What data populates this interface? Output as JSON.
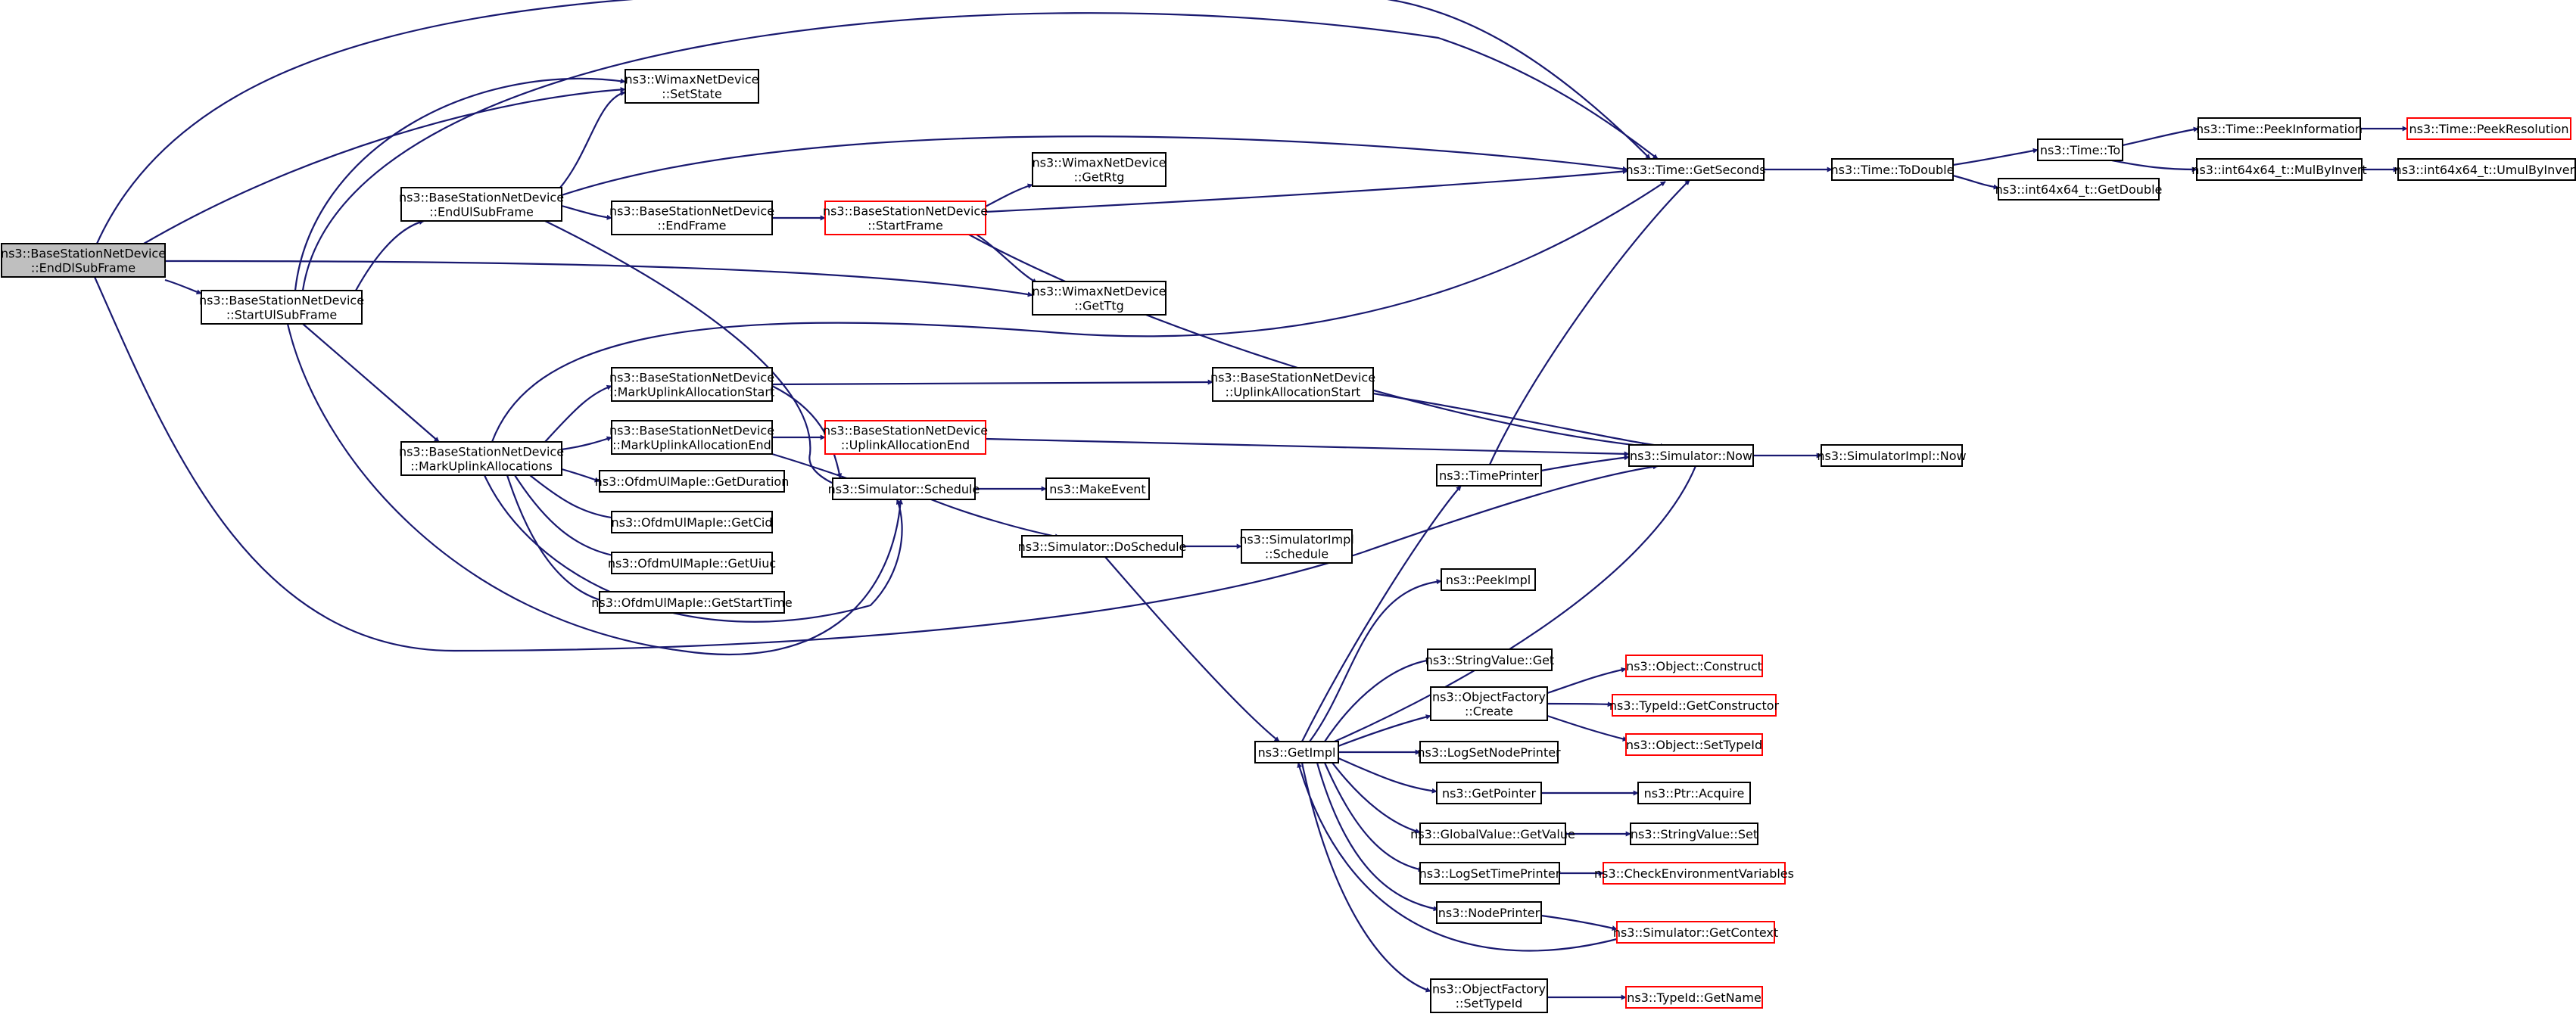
{
  "graph": {
    "nodes": [
      {
        "id": "root",
        "style": "root",
        "lines": [
          "ns3::BaseStationNetDevice",
          "::EndDlSubFrame"
        ]
      },
      {
        "id": "setState",
        "style": "normal",
        "lines": [
          "ns3::WimaxNetDevice",
          "::SetState"
        ]
      },
      {
        "id": "endUl",
        "style": "normal",
        "lines": [
          "ns3::BaseStationNetDevice",
          "::EndUlSubFrame"
        ]
      },
      {
        "id": "startUl",
        "style": "normal",
        "lines": [
          "ns3::BaseStationNetDevice",
          "::StartUlSubFrame"
        ]
      },
      {
        "id": "endFrame",
        "style": "normal",
        "lines": [
          "ns3::BaseStationNetDevice",
          "::EndFrame"
        ]
      },
      {
        "id": "startFrame",
        "style": "red",
        "lines": [
          "ns3::BaseStationNetDevice",
          "::StartFrame"
        ]
      },
      {
        "id": "getRtg",
        "style": "normal",
        "lines": [
          "ns3::WimaxNetDevice",
          "::GetRtg"
        ]
      },
      {
        "id": "getTtg",
        "style": "normal",
        "lines": [
          "ns3::WimaxNetDevice",
          "::GetTtg"
        ]
      },
      {
        "id": "markUA",
        "style": "normal",
        "lines": [
          "ns3::BaseStationNetDevice",
          "::MarkUplinkAllocations"
        ]
      },
      {
        "id": "markUAS",
        "style": "normal",
        "lines": [
          "ns3::BaseStationNetDevice",
          "::MarkUplinkAllocationStart"
        ]
      },
      {
        "id": "markUAE",
        "style": "normal",
        "lines": [
          "ns3::BaseStationNetDevice",
          "::MarkUplinkAllocationEnd"
        ]
      },
      {
        "id": "uaStart",
        "style": "normal",
        "lines": [
          "ns3::BaseStationNetDevice",
          "::UplinkAllocationStart"
        ]
      },
      {
        "id": "uaEnd",
        "style": "red",
        "lines": [
          "ns3::BaseStationNetDevice",
          "::UplinkAllocationEnd"
        ]
      },
      {
        "id": "getDuration",
        "style": "normal",
        "lines": [
          "ns3::OfdmUlMapIe::GetDuration"
        ]
      },
      {
        "id": "getCid",
        "style": "normal",
        "lines": [
          "ns3::OfdmUlMapIe::GetCid"
        ]
      },
      {
        "id": "getUiuc",
        "style": "normal",
        "lines": [
          "ns3::OfdmUlMapIe::GetUiuc"
        ]
      },
      {
        "id": "getStartTime",
        "style": "normal",
        "lines": [
          "ns3::OfdmUlMapIe::GetStartTime"
        ]
      },
      {
        "id": "schedule",
        "style": "normal",
        "lines": [
          "ns3::Simulator::Schedule"
        ]
      },
      {
        "id": "makeEvent",
        "style": "normal",
        "lines": [
          "ns3::MakeEvent"
        ]
      },
      {
        "id": "doSchedule",
        "style": "normal",
        "lines": [
          "ns3::Simulator::DoSchedule"
        ]
      },
      {
        "id": "implSchedule",
        "style": "normal",
        "lines": [
          "ns3::SimulatorImpl",
          "::Schedule"
        ]
      },
      {
        "id": "getSeconds",
        "style": "normal",
        "lines": [
          "ns3::Time::GetSeconds"
        ]
      },
      {
        "id": "toDouble",
        "style": "normal",
        "lines": [
          "ns3::Time::ToDouble"
        ]
      },
      {
        "id": "timeTo",
        "style": "normal",
        "lines": [
          "ns3::Time::To"
        ]
      },
      {
        "id": "getDouble",
        "style": "normal",
        "lines": [
          "ns3::int64x64_t::GetDouble"
        ]
      },
      {
        "id": "peekInfo",
        "style": "normal",
        "lines": [
          "ns3::Time::PeekInformation"
        ]
      },
      {
        "id": "peekRes",
        "style": "red",
        "lines": [
          "ns3::Time::PeekResolution"
        ]
      },
      {
        "id": "mulByInvert",
        "style": "normal",
        "lines": [
          "ns3::int64x64_t::MulByInvert"
        ]
      },
      {
        "id": "umulByInvert",
        "style": "normal",
        "lines": [
          "ns3::int64x64_t::UmulByInvert"
        ]
      },
      {
        "id": "simNow",
        "style": "normal",
        "lines": [
          "ns3::Simulator::Now"
        ]
      },
      {
        "id": "implNow",
        "style": "normal",
        "lines": [
          "ns3::SimulatorImpl::Now"
        ]
      },
      {
        "id": "timePrinter",
        "style": "normal",
        "lines": [
          "ns3::TimePrinter"
        ]
      },
      {
        "id": "getImpl",
        "style": "normal",
        "lines": [
          "ns3::GetImpl"
        ]
      },
      {
        "id": "peekImpl",
        "style": "normal",
        "lines": [
          "ns3::PeekImpl"
        ]
      },
      {
        "id": "strGet",
        "style": "normal",
        "lines": [
          "ns3::StringValue::Get"
        ]
      },
      {
        "id": "ofCreate",
        "style": "normal",
        "lines": [
          "ns3::ObjectFactory",
          "::Create"
        ]
      },
      {
        "id": "objConstruct",
        "style": "red",
        "lines": [
          "ns3::Object::Construct"
        ]
      },
      {
        "id": "getConstructor",
        "style": "red",
        "lines": [
          "ns3::TypeId::GetConstructor"
        ]
      },
      {
        "id": "setTypeId",
        "style": "red",
        "lines": [
          "ns3::Object::SetTypeId"
        ]
      },
      {
        "id": "logSetNode",
        "style": "normal",
        "lines": [
          "ns3::LogSetNodePrinter"
        ]
      },
      {
        "id": "getPointer",
        "style": "normal",
        "lines": [
          "ns3::GetPointer"
        ]
      },
      {
        "id": "ptrAcquire",
        "style": "normal",
        "lines": [
          "ns3::Ptr::Acquire"
        ]
      },
      {
        "id": "gvGetValue",
        "style": "normal",
        "lines": [
          "ns3::GlobalValue::GetValue"
        ]
      },
      {
        "id": "strSet",
        "style": "normal",
        "lines": [
          "ns3::StringValue::Set"
        ]
      },
      {
        "id": "logSetTime",
        "style": "normal",
        "lines": [
          "ns3::LogSetTimePrinter"
        ]
      },
      {
        "id": "checkEnv",
        "style": "red",
        "lines": [
          "ns3::CheckEnvironmentVariables"
        ]
      },
      {
        "id": "nodePrinter",
        "style": "normal",
        "lines": [
          "ns3::NodePrinter"
        ]
      },
      {
        "id": "getContext",
        "style": "red",
        "lines": [
          "ns3::Simulator::GetContext"
        ]
      },
      {
        "id": "ofSetTypeId",
        "style": "normal",
        "lines": [
          "ns3::ObjectFactory",
          "::SetTypeId"
        ]
      },
      {
        "id": "getName",
        "style": "red",
        "lines": [
          "ns3::TypeId::GetName"
        ]
      }
    ],
    "edges": [
      [
        "root",
        "getSeconds"
      ],
      [
        "root",
        "setState"
      ],
      [
        "root",
        "startUl"
      ],
      [
        "root",
        "getTtg"
      ],
      [
        "root",
        "simNow"
      ],
      [
        "endUl",
        "setState"
      ],
      [
        "endUl",
        "getSeconds"
      ],
      [
        "endUl",
        "endFrame"
      ],
      [
        "endUl",
        "schedule"
      ],
      [
        "startUl",
        "setState"
      ],
      [
        "startUl",
        "getSeconds"
      ],
      [
        "startUl",
        "endUl"
      ],
      [
        "startUl",
        "markUA"
      ],
      [
        "startUl",
        "schedule"
      ],
      [
        "endFrame",
        "startFrame"
      ],
      [
        "startFrame",
        "getRtg"
      ],
      [
        "startFrame",
        "getTtg"
      ],
      [
        "startFrame",
        "getSeconds"
      ],
      [
        "startFrame",
        "simNow"
      ],
      [
        "markUA",
        "getSeconds"
      ],
      [
        "markUA",
        "markUAS"
      ],
      [
        "markUA",
        "markUAE"
      ],
      [
        "markUA",
        "getDuration"
      ],
      [
        "markUA",
        "getCid"
      ],
      [
        "markUA",
        "getUiuc"
      ],
      [
        "markUA",
        "getStartTime"
      ],
      [
        "markUA",
        "schedule"
      ],
      [
        "markUAS",
        "uaStart"
      ],
      [
        "markUAS",
        "schedule"
      ],
      [
        "markUAE",
        "uaEnd"
      ],
      [
        "markUAE",
        "schedule"
      ],
      [
        "uaStart",
        "simNow"
      ],
      [
        "uaEnd",
        "simNow"
      ],
      [
        "schedule",
        "makeEvent"
      ],
      [
        "schedule",
        "doSchedule"
      ],
      [
        "doSchedule",
        "implSchedule"
      ],
      [
        "doSchedule",
        "getImpl"
      ],
      [
        "getSeconds",
        "toDouble"
      ],
      [
        "toDouble",
        "timeTo"
      ],
      [
        "toDouble",
        "getDouble"
      ],
      [
        "timeTo",
        "peekInfo"
      ],
      [
        "timeTo",
        "mulByInvert"
      ],
      [
        "peekInfo",
        "peekRes"
      ],
      [
        "mulByInvert",
        "umulByInvert"
      ],
      [
        "simNow",
        "implNow"
      ],
      [
        "simNow",
        "getImpl"
      ],
      [
        "timePrinter",
        "getSeconds"
      ],
      [
        "timePrinter",
        "simNow"
      ],
      [
        "getImpl",
        "timePrinter"
      ],
      [
        "getImpl",
        "peekImpl"
      ],
      [
        "getImpl",
        "strGet"
      ],
      [
        "getImpl",
        "ofCreate"
      ],
      [
        "getImpl",
        "logSetNode"
      ],
      [
        "getImpl",
        "getPointer"
      ],
      [
        "getImpl",
        "gvGetValue"
      ],
      [
        "getImpl",
        "logSetTime"
      ],
      [
        "getImpl",
        "nodePrinter"
      ],
      [
        "getImpl",
        "ofSetTypeId"
      ],
      [
        "ofCreate",
        "objConstruct"
      ],
      [
        "ofCreate",
        "getConstructor"
      ],
      [
        "ofCreate",
        "setTypeId"
      ],
      [
        "getPointer",
        "ptrAcquire"
      ],
      [
        "gvGetValue",
        "strSet"
      ],
      [
        "logSetTime",
        "checkEnv"
      ],
      [
        "nodePrinter",
        "getContext"
      ],
      [
        "getContext",
        "getImpl"
      ],
      [
        "ofSetTypeId",
        "getName"
      ]
    ]
  }
}
